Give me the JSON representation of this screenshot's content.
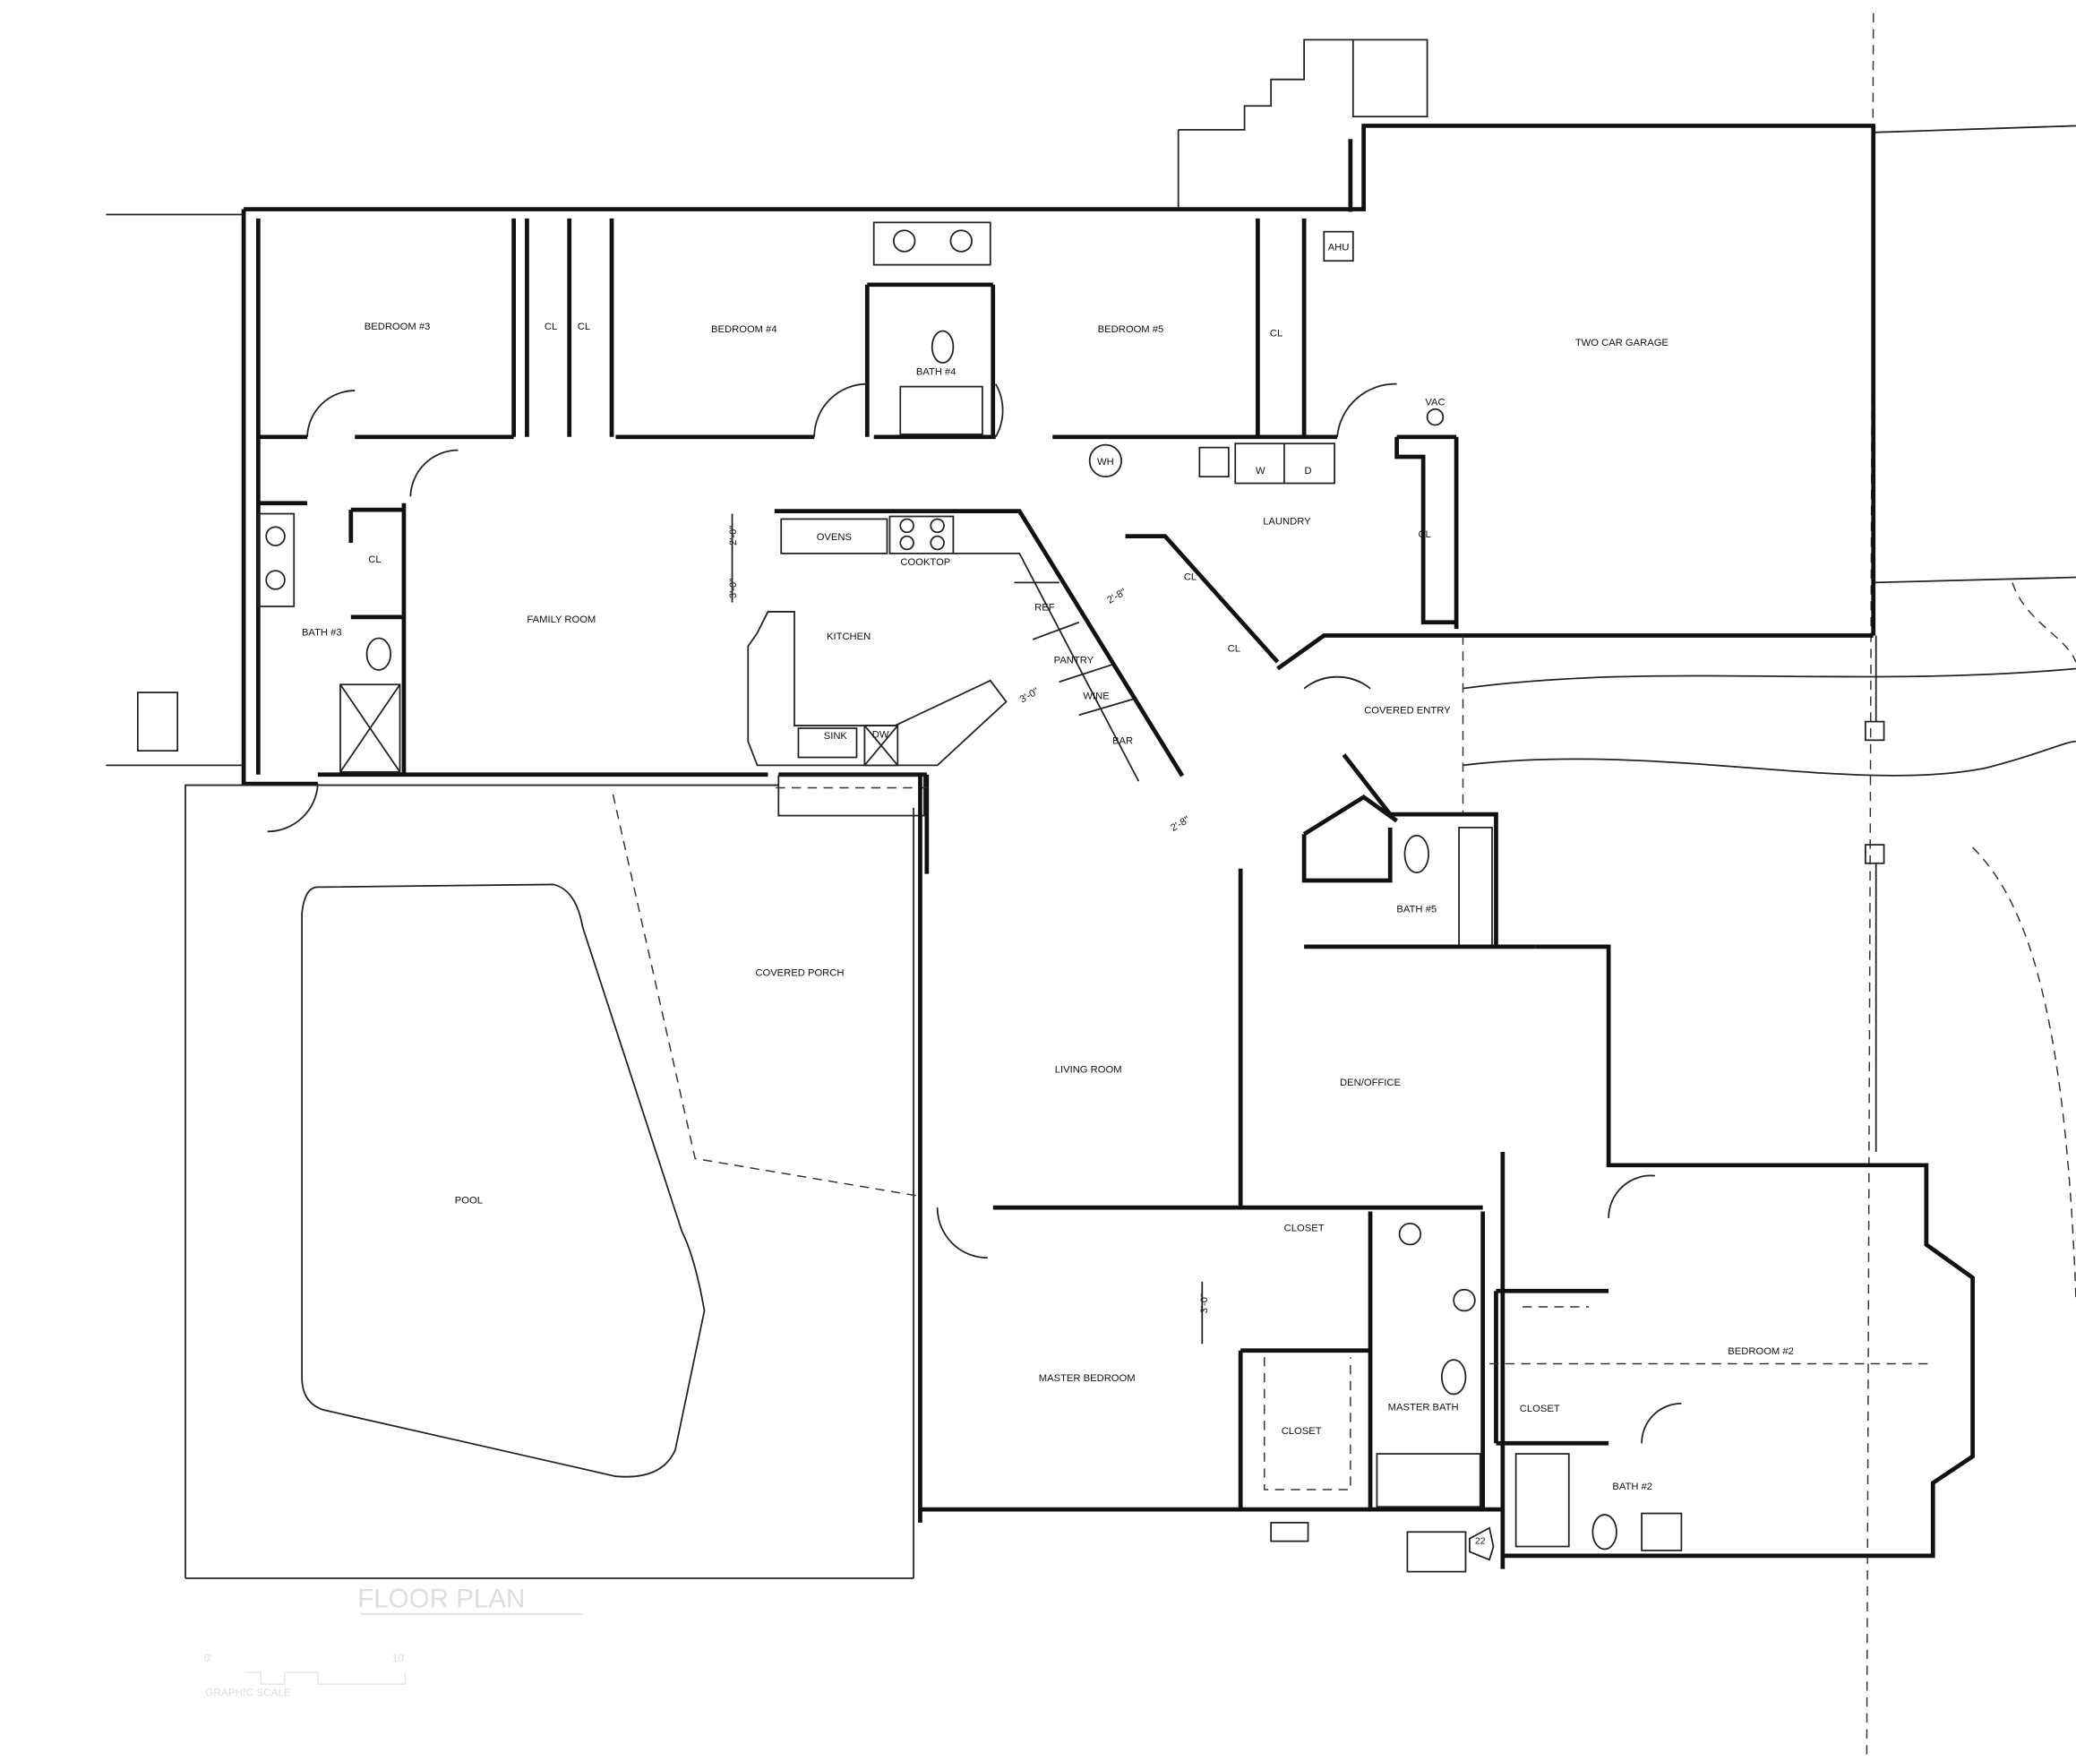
{
  "title": "FLOOR PLAN",
  "scale": {
    "zero": "0'",
    "ten": "10'",
    "label": "GRAPHIC SCALE"
  },
  "rooms": {
    "bedroom3": "BEDROOM #3",
    "bedroom4": "BEDROOM #4",
    "bedroom5": "BEDROOM #5",
    "bath4": "BATH #4",
    "garage": "TWO CAR GARAGE",
    "ahu": "AHU",
    "vac": "VAC",
    "wh": "WH",
    "washer": "W",
    "dryer": "D",
    "laundry": "LAUNDRY",
    "family": "FAMILY ROOM",
    "bath3": "BATH #3",
    "ovens": "OVENS",
    "cooktop": "COOKTOP",
    "kitchen": "KITCHEN",
    "ref": "REF",
    "pantry": "PANTRY",
    "wine": "WINE",
    "bar": "BAR",
    "sink": "SINK",
    "dw": "DW",
    "covered_entry": "COVERED ENTRY",
    "covered_porch": "COVERED PORCH",
    "pool": "POOL",
    "living": "LIVING ROOM",
    "bath5": "BATH #5",
    "den": "DEN/OFFICE",
    "closet": "CLOSET",
    "master": "MASTER BEDROOM",
    "master_bath": "MASTER BATH",
    "bedroom2": "BEDROOM #2",
    "bath2": "BATH #2",
    "cl": "CL"
  },
  "dimensions": {
    "d1": "2'-0\"",
    "d2": "3'-0\"",
    "d3": "2'-8\"",
    "d4": "3'-0\"",
    "d5": "2'-8\"",
    "d6": "3'-0\""
  },
  "tag22": "22"
}
